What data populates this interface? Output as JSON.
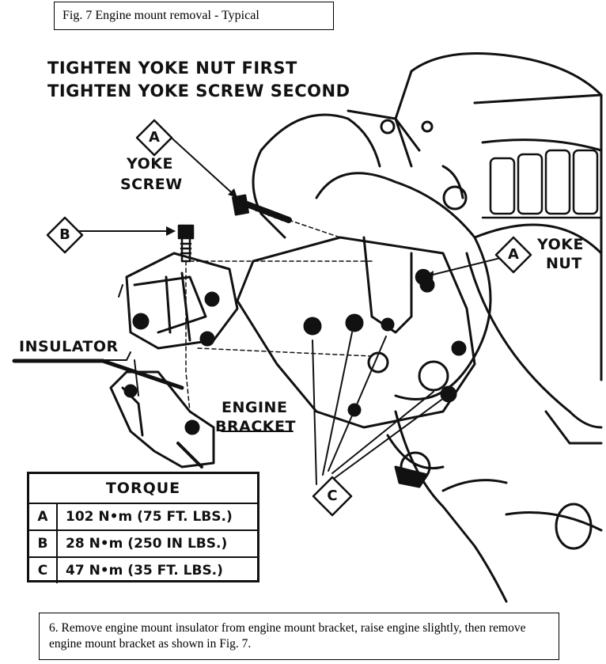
{
  "caption": "Fig. 7 Engine mount removal - Typical",
  "instructions": {
    "line1": "TIGHTEN YOKE NUT FIRST",
    "line2": "TIGHTEN YOKE SCREW SECOND"
  },
  "labels": {
    "yoke_screw_1": "YOKE",
    "yoke_screw_2": "SCREW",
    "yoke_nut_1": "YOKE",
    "yoke_nut_2": "NUT",
    "insulator": "INSULATOR",
    "engine_bracket_1": "ENGINE",
    "engine_bracket_2": "BRACKET"
  },
  "callouts": {
    "a_screw": "A",
    "b": "B",
    "a_nut": "A",
    "c": "C"
  },
  "torque": {
    "header": "TORQUE",
    "rows": [
      {
        "key": "A",
        "value": "102 N•m (75 FT. LBS.)"
      },
      {
        "key": "B",
        "value": "28 N•m (250 IN LBS.)"
      },
      {
        "key": "C",
        "value": "47 N•m (35 FT. LBS.)"
      }
    ]
  },
  "step_text": "6. Remove engine mount insulator from engine mount bracket, raise engine slightly, then remove engine mount bracket as shown in Fig. 7."
}
